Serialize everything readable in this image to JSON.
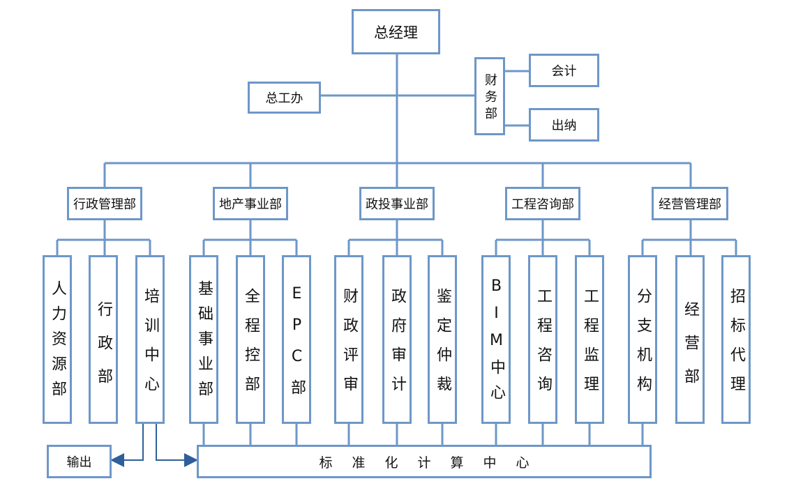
{
  "colors": {
    "border": "#6d97c8",
    "line": "#6d97c8",
    "arrow": "#2f5f9a"
  },
  "top": {
    "ceo": "总经理",
    "engineering_office": "总工办",
    "finance_dept": "财务部",
    "accountant": "会计",
    "cashier": "出纳"
  },
  "departments": [
    {
      "name": "行政管理部",
      "units": [
        "人力资源部",
        "行政部",
        "培训中心"
      ]
    },
    {
      "name": "地产事业部",
      "units": [
        "基础事业部",
        "全程控部",
        "EPC部"
      ]
    },
    {
      "name": "政投事业部",
      "units": [
        "财政评审",
        "政府审计",
        "鉴定仲裁"
      ]
    },
    {
      "name": "工程咨询部",
      "units": [
        "BIM中心",
        "工程咨询",
        "工程监理"
      ]
    },
    {
      "name": "经营管理部",
      "units": [
        "分支机构",
        "经营部",
        "招标代理"
      ]
    }
  ],
  "bottom": {
    "output": "输出",
    "calc_center": "标准化计算中心"
  }
}
